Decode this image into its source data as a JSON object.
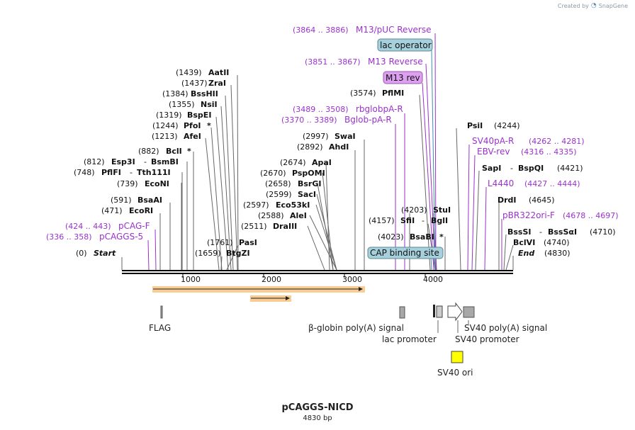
{
  "header": {
    "created_by": "Created by",
    "brand": "SnapGene"
  },
  "plasmid": {
    "name": "pCAGGS-NICD",
    "length_label": "4830 bp"
  },
  "colors": {
    "enzyme": "#000000",
    "primer": "#9a32cd",
    "feature_teal": "#a6d0dc",
    "feature_purple": "#dda0f0",
    "orf": "#f2a33a",
    "sv40ori": "#ffff00",
    "grey_feature": "#a8a8a8"
  },
  "axis": {
    "ticks": [
      "1000",
      "2000",
      "3000",
      "4000"
    ]
  },
  "enzymes": [
    {
      "pos": "(1439)",
      "name": "AatII",
      "star": ""
    },
    {
      "pos": "(1437)",
      "name": "ZraI",
      "star": ""
    },
    {
      "pos": "(1384)",
      "name": "BssHII",
      "star": ""
    },
    {
      "pos": "(1355)",
      "name": "NsiI",
      "star": ""
    },
    {
      "pos": "(1319)",
      "name": "BspEI",
      "star": ""
    },
    {
      "pos": "(1244)",
      "name": "PfoI",
      "star": "*"
    },
    {
      "pos": "(1213)",
      "name": "AfeI",
      "star": ""
    },
    {
      "pos": "(882)",
      "name": "BclI",
      "star": "*"
    },
    {
      "pos": "(812)",
      "name": "Esp3I",
      "name2": "BsmBI",
      "star": ""
    },
    {
      "pos": "(748)",
      "name": "PflFI",
      "name2": "Tth111I",
      "star": ""
    },
    {
      "pos": "(739)",
      "name": "EcoNI",
      "star": ""
    },
    {
      "pos": "(591)",
      "name": "BsaAI",
      "star": ""
    },
    {
      "pos": "(471)",
      "name": "EcoRI",
      "star": ""
    },
    {
      "pos": "(0)",
      "name": "Start",
      "star": ""
    },
    {
      "pos": "(1761)",
      "name": "PasI",
      "star": ""
    },
    {
      "pos": "(1659)",
      "name": "BtgZI",
      "star": ""
    },
    {
      "pos": "(2997)",
      "name": "SwaI",
      "star": ""
    },
    {
      "pos": "(2892)",
      "name": "AhdI",
      "star": ""
    },
    {
      "pos": "(2674)",
      "name": "ApaI",
      "star": ""
    },
    {
      "pos": "(2670)",
      "name": "PspOMI",
      "star": ""
    },
    {
      "pos": "(2658)",
      "name": "BsrGI",
      "star": ""
    },
    {
      "pos": "(2599)",
      "name": "SacI",
      "star": ""
    },
    {
      "pos": "(2597)",
      "name": "Eco53kI",
      "star": ""
    },
    {
      "pos": "(2588)",
      "name": "AleI",
      "star": ""
    },
    {
      "pos": "(2511)",
      "name": "DraIII",
      "star": ""
    },
    {
      "pos": "(3574)",
      "name": "PflMI",
      "star": ""
    },
    {
      "pos": "(4203)",
      "name": "StuI",
      "star": ""
    },
    {
      "pos": "(4157)",
      "name": "SfiI",
      "name2": "BglI",
      "star": ""
    },
    {
      "pos": "(4023)",
      "name": "BsaBI",
      "star": "*"
    },
    {
      "pos": "(4244)",
      "name": "PsiI",
      "star": ""
    },
    {
      "pos": "(4421)",
      "name": "SapI",
      "name2": "BspQI",
      "star": ""
    },
    {
      "pos": "(4645)",
      "name": "DrdI",
      "star": ""
    },
    {
      "pos": "(4710)",
      "name": "BssSI",
      "name2": "BssSαI",
      "star": ""
    },
    {
      "pos": "(4740)",
      "name": "BclVI",
      "star": ""
    },
    {
      "pos": "(4830)",
      "name": "End",
      "star": ""
    }
  ],
  "primers": [
    {
      "range": "(3864 .. 3886)",
      "name": "M13/pUC Reverse"
    },
    {
      "range": "(3851 .. 3867)",
      "name": "M13 Reverse"
    },
    {
      "range": "(3489 .. 3508)",
      "name": "rbglobpA-R"
    },
    {
      "range": "(3370 .. 3389)",
      "name": "Bglob-pA-R"
    },
    {
      "range": "(424 .. 443)",
      "name": "pCAG-F"
    },
    {
      "range": "(336 .. 358)",
      "name": "pCAGGS-5"
    },
    {
      "range": "(4262 .. 4281)",
      "name": "SV40pA-R"
    },
    {
      "range": "(4316 .. 4335)",
      "name": "EBV-rev"
    },
    {
      "range": "(4427 .. 4444)",
      "name": "L4440"
    },
    {
      "range": "(4678 .. 4697)",
      "name": "pBR322ori-F"
    }
  ],
  "boxed_features": [
    {
      "name": "lac operator"
    },
    {
      "name": "M13 rev"
    },
    {
      "name": "CAP binding site"
    }
  ],
  "features": [
    {
      "name": "FLAG"
    },
    {
      "name": "β-globin poly(A) signal"
    },
    {
      "name": "lac promoter"
    },
    {
      "name": "SV40 poly(A) signal"
    },
    {
      "name": "SV40 promoter"
    },
    {
      "name": "SV40 ori"
    }
  ]
}
